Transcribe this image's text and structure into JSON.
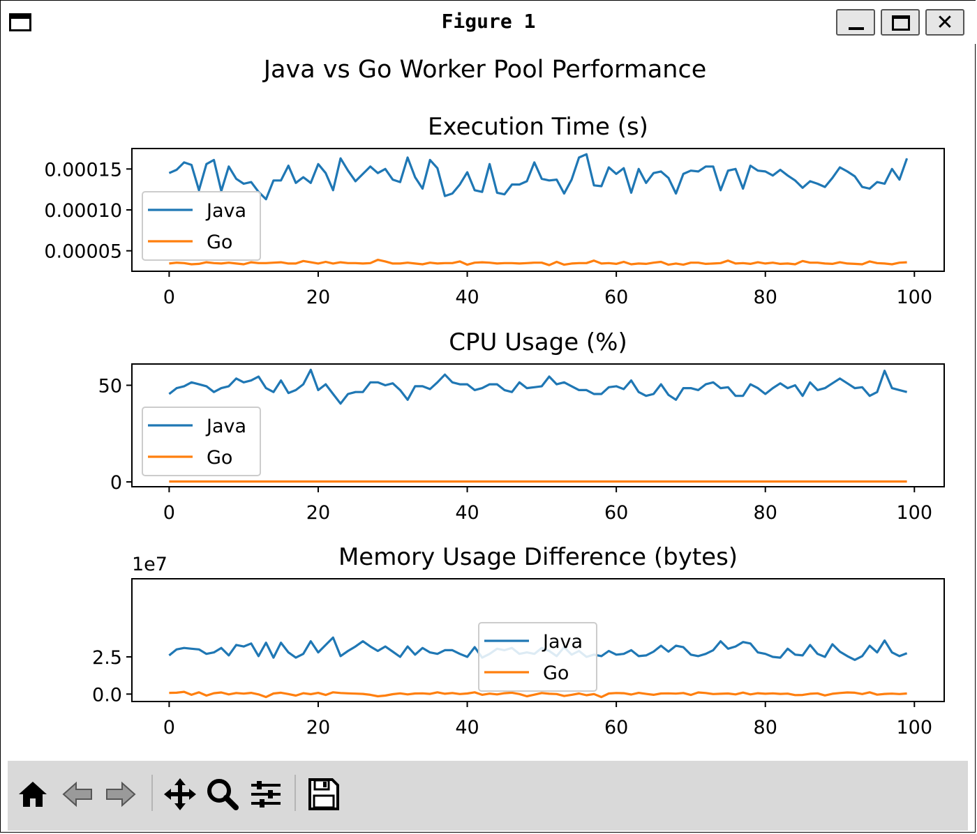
{
  "window": {
    "title": "Figure 1"
  },
  "figure": {
    "suptitle": "Java vs Go Worker Pool Performance"
  },
  "toolbar": {
    "icons": [
      "home-icon",
      "back-icon",
      "forward-icon",
      "pan-icon",
      "zoom-icon",
      "configure-subplots-icon",
      "save-icon"
    ]
  },
  "colors": {
    "java": "#1f77b4",
    "go": "#ff7f0e"
  },
  "chart_data": [
    {
      "type": "line",
      "title": "Execution Time (s)",
      "xlim": [
        -5,
        104
      ],
      "ylim": [
        2.5e-05,
        0.000175
      ],
      "xticks": [
        0,
        20,
        40,
        60,
        80,
        100
      ],
      "xtick_labels": [
        "0",
        "20",
        "40",
        "60",
        "80",
        "100"
      ],
      "yticks": [
        5e-05,
        0.0001,
        0.00015
      ],
      "ytick_labels": [
        "0.00005",
        "0.00010",
        "0.00015"
      ],
      "offset_label": "",
      "legend": "upper-left",
      "series": [
        {
          "name": "Java",
          "color": "#1f77b4",
          "values": [
            0.000145,
            0.000149,
            0.000158,
            0.000155,
            0.000124,
            0.000156,
            0.000161,
            0.000123,
            0.000153,
            0.000138,
            0.000132,
            0.000134,
            0.000122,
            0.000113,
            0.000136,
            0.000136,
            0.000154,
            0.000133,
            0.00014,
            0.000133,
            0.000156,
            0.000145,
            0.000124,
            0.000163,
            0.000148,
            0.000135,
            0.000144,
            0.000153,
            0.000145,
            0.00015,
            0.000137,
            0.000134,
            0.000164,
            0.00014,
            0.000126,
            0.000161,
            0.000151,
            0.000117,
            0.00012,
            0.000131,
            0.000146,
            0.000124,
            0.000122,
            0.000156,
            0.000121,
            0.000119,
            0.000131,
            0.000131,
            0.000135,
            0.000158,
            0.000138,
            0.000136,
            0.000137,
            0.00012,
            0.000137,
            0.000164,
            0.000168,
            0.00013,
            0.000129,
            0.000152,
            0.000144,
            0.000151,
            0.000121,
            0.00015,
            0.000133,
            0.000145,
            0.000147,
            0.000139,
            0.00012,
            0.000144,
            0.000148,
            0.000147,
            0.000153,
            0.000153,
            0.000124,
            0.000148,
            0.00015,
            0.000126,
            0.000154,
            0.000148,
            0.000147,
            0.000142,
            0.000149,
            0.000142,
            0.000136,
            0.000127,
            0.000135,
            0.000132,
            0.000128,
            0.000139,
            0.000152,
            0.000147,
            0.000141,
            0.000128,
            0.000126,
            0.000134,
            0.000132,
            0.00015,
            0.000137,
            0.000163
          ]
        },
        {
          "name": "Go",
          "color": "#ff7f0e",
          "values": [
            3.45e-05,
            3.55e-05,
            3.5e-05,
            3.35e-05,
            3.4e-05,
            3.6e-05,
            3.5e-05,
            3.45e-05,
            3.55e-05,
            3.45e-05,
            3.35e-05,
            3.6e-05,
            3.5e-05,
            3.5e-05,
            3.55e-05,
            3.6e-05,
            3.45e-05,
            3.45e-05,
            3.75e-05,
            3.6e-05,
            3.45e-05,
            3.65e-05,
            3.45e-05,
            3.6e-05,
            3.5e-05,
            3.5e-05,
            3.45e-05,
            3.5e-05,
            3.9e-05,
            3.7e-05,
            3.45e-05,
            3.45e-05,
            3.55e-05,
            3.45e-05,
            3.35e-05,
            3.55e-05,
            3.45e-05,
            3.5e-05,
            3.5e-05,
            3.7e-05,
            3.3e-05,
            3.55e-05,
            3.6e-05,
            3.55e-05,
            3.45e-05,
            3.5e-05,
            3.5e-05,
            3.45e-05,
            3.5e-05,
            3.55e-05,
            3.55e-05,
            3.25e-05,
            3.65e-05,
            3.3e-05,
            3.45e-05,
            3.5e-05,
            3.5e-05,
            3.8e-05,
            3.45e-05,
            3.5e-05,
            3.4e-05,
            3.65e-05,
            3.35e-05,
            3.45e-05,
            3.4e-05,
            3.55e-05,
            3.65e-05,
            3.3e-05,
            3.45e-05,
            3.3e-05,
            3.55e-05,
            3.55e-05,
            3.4e-05,
            3.45e-05,
            3.5e-05,
            3.8e-05,
            3.45e-05,
            3.5e-05,
            3.4e-05,
            3.6e-05,
            3.45e-05,
            3.55e-05,
            3.4e-05,
            3.45e-05,
            3.35e-05,
            3.75e-05,
            3.55e-05,
            3.55e-05,
            3.45e-05,
            3.4e-05,
            3.6e-05,
            3.45e-05,
            3.4e-05,
            3.35e-05,
            3.7e-05,
            3.5e-05,
            3.45e-05,
            3.35e-05,
            3.55e-05,
            3.6e-05
          ]
        }
      ]
    },
    {
      "type": "line",
      "title": "CPU Usage (%)",
      "xlim": [
        -5,
        104
      ],
      "ylim": [
        -2.5,
        61
      ],
      "xticks": [
        0,
        20,
        40,
        60,
        80,
        100
      ],
      "xtick_labels": [
        "0",
        "20",
        "40",
        "60",
        "80",
        "100"
      ],
      "yticks": [
        0,
        50
      ],
      "ytick_labels": [
        "0",
        "50"
      ],
      "offset_label": "",
      "legend": "center-left",
      "series": [
        {
          "name": "Java",
          "color": "#1f77b4",
          "values": [
            45.5,
            48.5,
            49.5,
            51.5,
            50.5,
            49.5,
            46.5,
            48.5,
            49.5,
            53.5,
            51.5,
            52.5,
            54.5,
            48.5,
            46.5,
            52.5,
            46.0,
            47.5,
            50.5,
            58.0,
            47.5,
            50.5,
            45.5,
            40.5,
            45.5,
            46.5,
            46.5,
            51.5,
            51.5,
            50.0,
            51.0,
            47.5,
            42.5,
            49.5,
            49.5,
            48.0,
            51.5,
            55.5,
            51.5,
            50.5,
            50.5,
            47.5,
            48.5,
            50.5,
            50.5,
            47.5,
            46.5,
            51.5,
            48.5,
            49.0,
            49.5,
            54.5,
            50.5,
            51.5,
            49.5,
            47.5,
            47.5,
            45.5,
            45.5,
            49.0,
            49.5,
            48.0,
            52.5,
            46.5,
            44.5,
            45.5,
            50.5,
            45.0,
            42.5,
            48.5,
            48.5,
            47.5,
            50.5,
            51.5,
            48.5,
            49.0,
            44.5,
            44.5,
            50.5,
            48.5,
            45.5,
            48.5,
            51.0,
            48.5,
            50.0,
            44.5,
            51.5,
            47.5,
            48.5,
            51.0,
            53.5,
            51.0,
            48.5,
            49.0,
            44.5,
            46.5,
            57.5,
            48.5,
            47.5,
            46.5
          ]
        },
        {
          "name": "Go",
          "color": "#ff7f0e",
          "values": [
            0.2,
            0.2,
            0.2,
            0.2,
            0.2,
            0.2,
            0.2,
            0.2,
            0.2,
            0.2,
            0.2,
            0.2,
            0.2,
            0.2,
            0.2,
            0.2,
            0.2,
            0.2,
            0.2,
            0.2,
            0.2,
            0.2,
            0.2,
            0.2,
            0.2,
            0.2,
            0.2,
            0.2,
            0.2,
            0.2,
            0.2,
            0.2,
            0.2,
            0.2,
            0.2,
            0.2,
            0.2,
            0.2,
            0.2,
            0.2,
            0.2,
            0.2,
            0.2,
            0.2,
            0.2,
            0.2,
            0.2,
            0.2,
            0.2,
            0.2,
            0.2,
            0.2,
            0.2,
            0.2,
            0.2,
            0.2,
            0.2,
            0.2,
            0.2,
            0.2,
            0.2,
            0.2,
            0.2,
            0.2,
            0.2,
            0.2,
            0.2,
            0.2,
            0.2,
            0.2,
            0.2,
            0.2,
            0.2,
            0.2,
            0.2,
            0.2,
            0.2,
            0.2,
            0.2,
            0.2,
            0.2,
            0.2,
            0.2,
            0.2,
            0.2,
            0.2,
            0.2,
            0.2,
            0.2,
            0.2,
            0.2,
            0.2,
            0.2,
            0.2,
            0.2,
            0.2,
            0.2,
            0.2,
            0.2,
            0.2
          ]
        }
      ]
    },
    {
      "type": "line",
      "title": "Memory Usage Difference (bytes)",
      "xlim": [
        -5,
        104
      ],
      "ylim": [
        -5000000,
        77500000
      ],
      "xticks": [
        0,
        20,
        40,
        60,
        80,
        100
      ],
      "xtick_labels": [
        "0",
        "20",
        "40",
        "60",
        "80",
        "100"
      ],
      "yticks": [
        0,
        25000000
      ],
      "ytick_labels": [
        "0.0",
        "2.5"
      ],
      "offset_label": "1e7",
      "legend": "lower-center",
      "series": [
        {
          "name": "Java",
          "color": "#1f77b4",
          "values": [
            26000000,
            30000000,
            31000000,
            30500000,
            30000000,
            27000000,
            28000000,
            31000000,
            26000000,
            33000000,
            32000000,
            34000000,
            25500000,
            34500000,
            24500000,
            34500000,
            28000000,
            24500000,
            27000000,
            35500000,
            28000000,
            33000000,
            38000000,
            25500000,
            29000000,
            32000000,
            35500000,
            32000000,
            29000000,
            32000000,
            28500000,
            25000000,
            32000000,
            26500000,
            31000000,
            28000000,
            27000000,
            29500000,
            29500000,
            27000000,
            25000000,
            31500000,
            24500000,
            27000000,
            30500000,
            29500000,
            31000000,
            27000000,
            28000000,
            27000000,
            31000000,
            29000000,
            25500000,
            31500000,
            26500000,
            29000000,
            25000000,
            26500000,
            25500000,
            29000000,
            26500000,
            27000000,
            29500000,
            25500000,
            26000000,
            28500000,
            32500000,
            28500000,
            32500000,
            31500000,
            26500000,
            25500000,
            27000000,
            29500000,
            35500000,
            30500000,
            32000000,
            35000000,
            34000000,
            28000000,
            27000000,
            25000000,
            24500000,
            30500000,
            26500000,
            26000000,
            33000000,
            27000000,
            25000000,
            33500000,
            28500000,
            25500000,
            23000000,
            25500000,
            32500000,
            28000000,
            36000000,
            28000000,
            25500000,
            27500000
          ]
        },
        {
          "name": "Go",
          "color": "#ff7f0e",
          "values": [
            800000,
            900000,
            1500000,
            -500000,
            1200000,
            -1000000,
            600000,
            1100000,
            -200000,
            700000,
            300000,
            800000,
            -200000,
            -2000000,
            400000,
            900000,
            0,
            -1000000,
            600000,
            -100000,
            800000,
            -600000,
            1200000,
            700000,
            500000,
            300000,
            100000,
            -500000,
            -1500000,
            -1000000,
            -100000,
            500000,
            -200000,
            400000,
            500000,
            100000,
            1200000,
            200000,
            700000,
            0,
            400000,
            1200000,
            -500000,
            300000,
            -200000,
            600000,
            900000,
            0,
            -1500000,
            -400000,
            700000,
            200000,
            0,
            -1300000,
            -500000,
            400000,
            -800000,
            0,
            -2000000,
            400000,
            700000,
            600000,
            -300000,
            800000,
            100000,
            -500000,
            400000,
            500000,
            300000,
            700000,
            -600000,
            1100000,
            700000,
            0,
            200000,
            400000,
            -200000,
            1000000,
            -200000,
            600000,
            200000,
            500000,
            100000,
            300000,
            -700000,
            -600000,
            200000,
            500000,
            -900000,
            200000,
            700000,
            1100000,
            900000,
            0,
            1200000,
            -400000,
            100000,
            300000,
            0,
            400000
          ]
        }
      ]
    }
  ]
}
